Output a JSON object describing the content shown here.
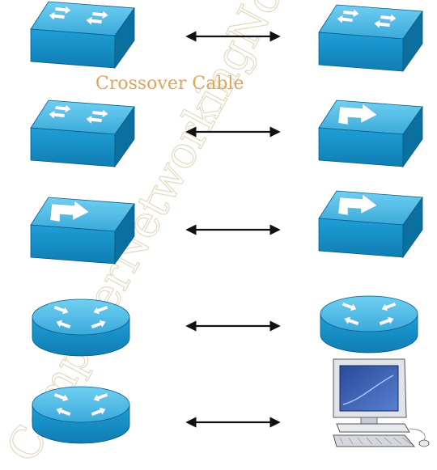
{
  "diagram": {
    "title": "Crossover Cable",
    "watermark": "ComputerNetworkingNotes.com",
    "colors": {
      "device_top": "#41b4e2",
      "device_front": "#168fc6",
      "device_side": "#0b6fa0",
      "device_outline": "#0a5a85",
      "arrow": "#111111",
      "title": "#e0a35a",
      "watermark": "#d8c9a6"
    },
    "connections": [
      {
        "left": "switch",
        "right": "switch"
      },
      {
        "left": "switch",
        "right": "hub"
      },
      {
        "left": "hub",
        "right": "hub"
      },
      {
        "left": "router",
        "right": "router"
      },
      {
        "left": "router",
        "right": "pc"
      }
    ],
    "icons": {
      "switch": "switch-icon",
      "hub": "hub-icon",
      "router": "router-icon",
      "pc": "pc-icon",
      "link": "double-headed-arrow-icon"
    }
  }
}
